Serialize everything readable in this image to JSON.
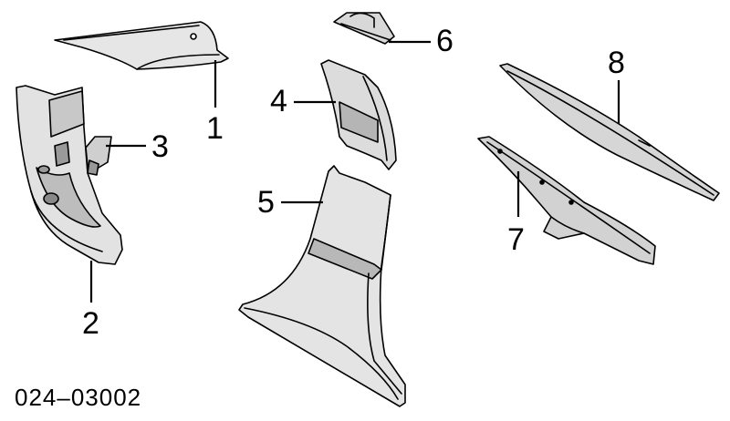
{
  "diagram": {
    "reference_code": "024–03002",
    "callouts": {
      "c1": "1",
      "c2": "2",
      "c3": "3",
      "c4": "4",
      "c5": "5",
      "c6": "6",
      "c7": "7",
      "c8": "8"
    }
  }
}
